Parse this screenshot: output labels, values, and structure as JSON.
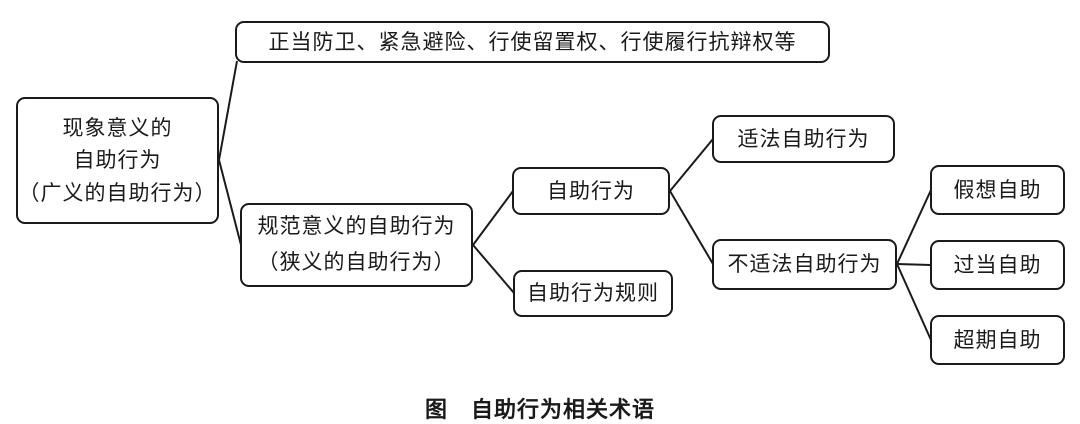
{
  "diagram": {
    "caption": "图　自助行为相关术语",
    "colors": {
      "line": "#1a1a1a",
      "border": "#1a1a1a",
      "text": "#1a1a1a",
      "background": "#ffffff"
    },
    "nodes": {
      "phenomenon": {
        "lines": [
          "现象意义的",
          "自助行为",
          "（广义的自助行为）"
        ]
      },
      "examples": {
        "label": "正当防卫、紧急避险、行使留置权、行使履行抗辩权等"
      },
      "normative": {
        "lines": [
          "规范意义的自助行为",
          "（狭义的自助行为）"
        ]
      },
      "self_help": {
        "label": "自助行为"
      },
      "self_help_rules": {
        "label": "自助行为规则"
      },
      "lawful": {
        "label": "适法自助行为"
      },
      "unlawful": {
        "label": "不适法自助行为"
      },
      "imaginary": {
        "label": "假想自助"
      },
      "excessive": {
        "label": "过当自助"
      },
      "overdue": {
        "label": "超期自助"
      }
    },
    "edges": [
      "phenomenon->examples",
      "phenomenon->normative",
      "normative->self_help",
      "normative->self_help_rules",
      "self_help->lawful",
      "self_help->unlawful",
      "unlawful->imaginary",
      "unlawful->excessive",
      "unlawful->overdue"
    ]
  }
}
